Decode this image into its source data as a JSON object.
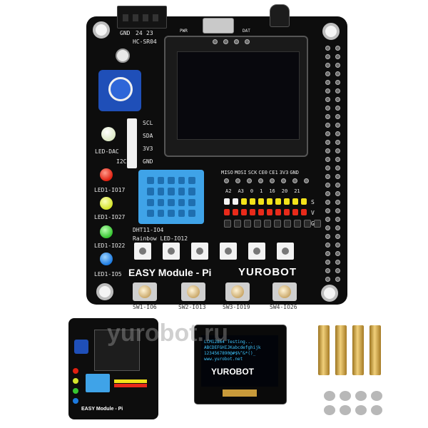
{
  "main_board": {
    "header_labels": [
      "GND",
      "24",
      "23"
    ],
    "sensor_label": "HC-SR04",
    "top_labels": [
      "PWR",
      "DAT"
    ],
    "i2c_labels": [
      "SCL",
      "SDA",
      "3V3",
      "GND"
    ],
    "i2c_title": "I2C",
    "led_dac_label": "LED-DAC",
    "led_labels": [
      "LED1-IO17",
      "LED1-IO27",
      "LED1-IO22",
      "LED1-IO5"
    ],
    "dht_label": "DHT11-IO4",
    "rainbow_label": "Rainbow LED-IO12",
    "spi_labels": [
      "MISO",
      "MOSI",
      "SCK",
      "CE0",
      "CE1",
      "3V3",
      "GND"
    ],
    "gpio_labels": [
      "A2",
      "A3",
      "0",
      "1",
      "16",
      "20",
      "21"
    ],
    "side_labels": [
      "S",
      "V",
      "G"
    ],
    "title": "EASY Module - Pi",
    "brand": "YUROBOT",
    "switch_labels": [
      "SW1-IO6",
      "SW2-IO13",
      "SW3-IO19",
      "SW4-IO26"
    ]
  },
  "oled_module": {
    "lines": [
      "LCM12864 Testing...",
      "ABCDEFGHIJKabcdefghijk",
      "1234567890@#$%^&*()_",
      "www.yurobot.net"
    ],
    "brand": "YUROBOT"
  },
  "watermark": "yurobot.ru",
  "colors": {
    "pcb": "#0d0d0d",
    "potentiometer": "#1f4fb8",
    "dht11": "#3fa3e8",
    "oled_text": "#3ec7ff",
    "brass": "#d4a94a"
  }
}
